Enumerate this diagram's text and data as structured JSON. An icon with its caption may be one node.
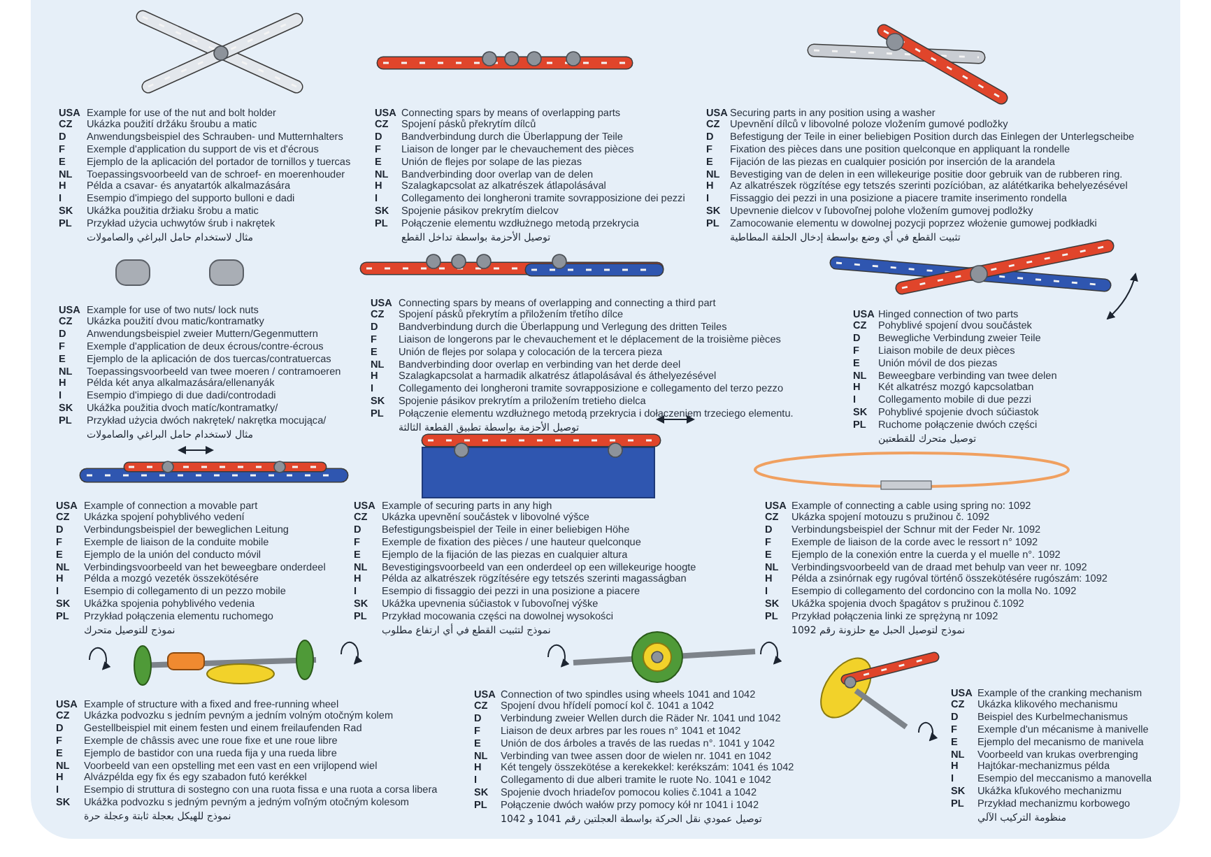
{
  "diagram": {
    "labels": [
      "USA",
      "Example for use of the nut and bolt holder",
      "CZ",
      "Ukázka použití držáku šroubu a matic",
      "D",
      "Anwendungsbeispiel des Schrauben- und Mutternhalters",
      "F",
      "Exemple d'application du support de vis et d'écrous",
      "E",
      "Ejemplo de la aplicación del portador de tornillos y tuercas",
      "NL",
      "Toepassingsvoorbeeld van de schroef- en moerenhouder",
      "H",
      "Példa a csavar- és anyatartók alkalmazására",
      "I",
      "Esempio d'impiego del supporto bulloni e dadi",
      "SK",
      "Ukážka použitia držiaku šrobu a matic",
      "PL",
      "Przykład użycia uchwytów śrub i nakrętek",
      "مثال لاستخدام حامل البراغي والصامولات",
      "USA",
      "Connecting spars by means of overlapping parts",
      "CZ",
      "Spojení pásků překrytím dílců",
      "D",
      "Bandverbindung durch die Überlappung der Teile",
      "F",
      "Liaison de longer par le chevauchement des pièces",
      "E",
      "Unión de flejes por solape de las piezas",
      "NL",
      "Bandverbinding door overlap van de delen",
      "H",
      "Szalagkapcsolat az alkatrészek átlapolásával",
      "I",
      "Collegamento dei longheroni tramite sovrapposizione dei pezzi",
      "SK",
      "Spojenie pásikov prekrytím dielcov",
      "PL",
      "Połączenie elementu wzdłużnego metodą przekrycia",
      "توصيل الأحزمة بواسطة تداخل القطع",
      "USA",
      "Securing parts in any position using a washer",
      "CZ",
      "Upevnění dílců v libovolné poloze vložením gumové podložky",
      "D",
      "Befestigung der Teile in einer beliebigen Position durch das Einlegen der Unterlegscheibe",
      "F",
      "Fixation des pièces dans une position quelconque en appliquant la rondelle",
      "E",
      "Fijación de las piezas en cualquier posición por inserción de la arandela",
      "NL",
      "Bevestiging van de delen in een willekeurige positie door gebruik van de rubberen ring.",
      "H",
      "Az alkatrészek rögzítése egy tetszés szerinti pozícióban, az alátétkarika behelyezésével",
      "I",
      "Fissaggio dei pezzi in una posizione a piacere tramite inserimento rondella",
      "SK",
      "Upevnenie dielcov v ľubovoľnej polohe vložením gumovej podložky",
      "PL",
      "Zamocowanie elementu w dowolnej pozycji poprzez włożenie gumowej podkładki",
      "تثبيت القطع في أي وضع بواسطة إدخال الحلقة المطاطية",
      "USA",
      "Example for use of two nuts/ lock nuts",
      "CZ",
      "Ukázka použití dvou matic/kontramatky",
      "D",
      "Anwendungsbeispiel zweier Muttern/Gegenmuttern",
      "F",
      "Exemple d'application de deux écrous/contre-écrous",
      "E",
      "Ejemplo de la aplicación de dos tuercas/contratuercas",
      "NL",
      "Toepassingsvoorbeeld van twee moeren / contramoeren",
      "H",
      "Példa két anya alkalmazására/ellenanyák",
      "I",
      "Esempio d'impiego di due dadi/controdadi",
      "SK",
      "Ukážka použitia dvoch matíc/kontramatky/",
      "PL",
      "Przykład użycia dwóch nakrętek/ nakrętka mocująca/",
      "مثال لاستخدام حامل البراغي والصامولات",
      "USA",
      "Connecting spars by means of overlapping and connecting a third part",
      "CZ",
      "Spojení pásků překrytím a přiložením třetího dílce",
      "D",
      "Bandverbindung durch die Überlappung und Verlegung des dritten Teiles",
      "F",
      "Liaison de longerons par le chevauchement et le déplacement de la troisième pièces",
      "E",
      "Unión de flejes por solapa y colocación de la tercera pieza",
      "NL",
      "Bandverbinding door overlap en verbinding van het derde deel",
      "H",
      "Szalagkapcsolat a harmadik alkatrész átlapolásával és áthelyezésével",
      "I",
      "Collegamento dei longheroni tramite sovrapposizione e collegamento del terzo pezzo",
      "SK",
      "Spojenie pásikov prekrytím a priložením tretieho dielca",
      "PL",
      "Połączenie elementu wzdłużnego metodą przekrycia i dołączeniem trzeciego elementu.",
      "توصيل الأحزمة بواسطة تطبيق القطعة الثالثة",
      "USA",
      "Hinged connection of two parts",
      "CZ",
      "Pohyblivé spojení dvou součástek",
      "D",
      "Bewegliche Verbindung zweier Teile",
      "F",
      "Liaison mobile de deux pièces",
      "E",
      "Unión móvil de dos piezas",
      "NL",
      "Beweegbare verbinding van twee delen",
      "H",
      "Két alkatrész mozgó kapcsolatban",
      "I",
      "Collegamento mobile di due pezzi",
      "SK",
      "Pohyblivé spojenie dvoch súčiastok",
      "PL",
      "Ruchome połączenie dwóch części",
      "توصيل متحرك للقطعتين",
      "USA",
      "Example of connection a movable part",
      "CZ",
      "Ukázka spojení pohyblivého vedení",
      "D",
      "Verbindungsbeispiel der beweglichen Leitung",
      "F",
      "Exemple de liaison de la conduite mobile",
      "E",
      "Ejemplo de la unión del conducto móvil",
      "NL",
      "Verbindingsvoorbeeld van het beweegbare onderdeel",
      "H",
      "Példa a mozgó vezeték összekötésére",
      "I",
      "Esempio di collegamento di un pezzo mobile",
      "SK",
      "Ukážka spojenia pohyblivého vedenia",
      "PL",
      "Przykład połączenia elementu ruchomego",
      "نموذج للتوصيل متحرك",
      "USA",
      "Example of securing parts in any high",
      "CZ",
      "Ukázka upevnění součástek v libovolné výšce",
      "D",
      "Befestigungsbeispiel der Teile in einer beliebigen Höhe",
      "F",
      "Exemple de fixation des pièces / une hauteur quelconque",
      "E",
      "Ejemplo de la fijación de las piezas en cualquier altura",
      "NL",
      "Bevestigingsvoorbeeld van een onderdeel op een willekeurige hoogte",
      "H",
      "Példa az alkatrészek rögzítésére egy tetszés szerinti magasságban",
      "I",
      "Esempio di fissaggio dei pezzi in una posizione a piacere",
      "SK",
      "Ukážka upevnenia súčiastok v ľubovoľnej výške",
      "PL",
      "Przykład mocowania części na dowolnej wysokości",
      "نموذج لتثبيت القطع في أي ارتفاع مطلوب",
      "USA",
      "Example of connecting a cable using spring no: 1092",
      "CZ",
      "Ukázka spojení motouzu s pružinou č. 1092",
      "D",
      "Verbindungsbeispiel der Schnur mit der Feder Nr. 1092",
      "F",
      "Exemple de liaison de la corde avec le ressort n° 1092",
      "E",
      "Ejemplo de la conexión entre la cuerda y el muelle n°. 1092",
      "NL",
      "Verbindingsvoorbeeld van de draad met behulp van veer nr. 1092",
      "H",
      "Példa a zsinórnak egy rugóval történő összekötésére rugószám: 1092",
      "I",
      "Esempio di collegamento del cordoncino con la molla No. 1092",
      "SK",
      "Ukážka spojenia dvoch špagátov s pružinou č.1092",
      "PL",
      "Przykład połączenia linki ze sprężyną nr 1092",
      "نموذج لتوصيل الحبل مع حلزونة رقم 1092",
      "USA",
      "Example of structure with a fixed and free-running wheel",
      "CZ",
      "Ukázka podvozku s jedním pevným a jedním volným otočným kolem",
      "D",
      "Gestellbeispiel mit einem festen und einem freilaufenden Rad",
      "F",
      "Exemple de châssis avec une roue fixe et une roue libre",
      "E",
      "Ejemplo de bastidor con una rueda fija y una rueda libre",
      "NL",
      "Voorbeeld van een opstelling met een vast en een vrijlopend wiel",
      "H",
      "Alvázpélda egy fix és egy szabadon futó kerékkel",
      "I",
      "Esempio di struttura di sostegno con una ruota fissa e una ruota a corsa libera",
      "SK",
      "Ukážka podvozku s jedným pevným a jedným voľným otočným kolesom",
      "نموذج للهيكل بعجلة ثابتة وعجلة حرة",
      "USA",
      "Connection of two spindles using wheels 1041 and 1042",
      "CZ",
      "Spojení dvou hřídelí pomocí kol č. 1041 a 1042",
      "D",
      "Verbindung zweier Wellen durch die Räder Nr. 1041 und 1042",
      "F",
      "Liaison de deux arbres par les roues n° 1041 et 1042",
      "E",
      "Unión de dos árboles a través de las ruedas n°. 1041 y 1042",
      "NL",
      "Verbinding van twee assen door de wielen nr. 1041 en 1042",
      "H",
      "Két tengely összekötése a kerekekkel: kerékszám: 1041 és 1042",
      "I",
      "Collegamento di due alberi tramite le ruote No. 1041 e 1042",
      "SK",
      "Spojenie dvoch hriadeľov pomocou kolies č.1041 a 1042",
      "PL",
      "Połączenie dwóch wałów przy pomocy kół nr 1041 i 1042",
      "توصيل عمودي نقل الحركة بواسطة العجلتين رقم 1041 و 1042",
      "USA",
      "Example of the cranking mechanism",
      "CZ",
      "Ukázka klikového mechanismu",
      "D",
      "Beispiel des Kurbelmechanismus",
      "F",
      "Exemple d'un mécanisme à manivelle",
      "E",
      "Ejemplo del mecanismo de manivela",
      "NL",
      "Voorbeeld van krukas overbrenging",
      "H",
      "Hajtókar-mechanizmus példa",
      "I",
      "Esempio del meccanismo a manovella",
      "SK",
      "Ukážka kľukového mechanizmu",
      "PL",
      "Przykład mechanizmu korbowego",
      "منظومة التركيب الآلي"
    ]
  }
}
